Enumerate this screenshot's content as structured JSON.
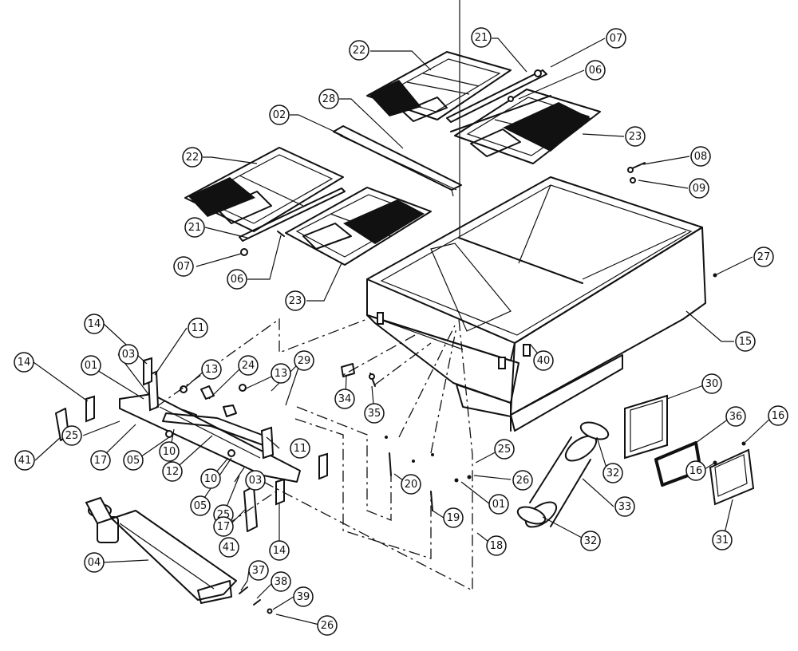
{
  "callouts": [
    {
      "id": "c22a",
      "label": "22"
    },
    {
      "id": "c21a",
      "label": "21"
    },
    {
      "id": "c07a",
      "label": "07"
    },
    {
      "id": "c06a",
      "label": "06"
    },
    {
      "id": "c28",
      "label": "28"
    },
    {
      "id": "c02",
      "label": "02"
    },
    {
      "id": "c23a",
      "label": "23"
    },
    {
      "id": "c08",
      "label": "08"
    },
    {
      "id": "c09",
      "label": "09"
    },
    {
      "id": "c22b",
      "label": "22"
    },
    {
      "id": "c21b",
      "label": "21"
    },
    {
      "id": "c07b",
      "label": "07"
    },
    {
      "id": "c06b",
      "label": "06"
    },
    {
      "id": "c23b",
      "label": "23"
    },
    {
      "id": "c27",
      "label": "27"
    },
    {
      "id": "c15",
      "label": "15"
    },
    {
      "id": "c40",
      "label": "40"
    },
    {
      "id": "c14a",
      "label": "14"
    },
    {
      "id": "c11a",
      "label": "11"
    },
    {
      "id": "c14b",
      "label": "14"
    },
    {
      "id": "c03a",
      "label": "03"
    },
    {
      "id": "c01a",
      "label": "01"
    },
    {
      "id": "c13a",
      "label": "13"
    },
    {
      "id": "c24",
      "label": "24"
    },
    {
      "id": "c13b",
      "label": "13"
    },
    {
      "id": "c29",
      "label": "29"
    },
    {
      "id": "c34",
      "label": "34"
    },
    {
      "id": "c35",
      "label": "35"
    },
    {
      "id": "c41a",
      "label": "41"
    },
    {
      "id": "c25a",
      "label": "25"
    },
    {
      "id": "c17a",
      "label": "17"
    },
    {
      "id": "c05a",
      "label": "05"
    },
    {
      "id": "c10a",
      "label": "10"
    },
    {
      "id": "c12",
      "label": "12"
    },
    {
      "id": "c11b",
      "label": "11"
    },
    {
      "id": "c05b",
      "label": "05"
    },
    {
      "id": "c10b",
      "label": "10"
    },
    {
      "id": "c03b",
      "label": "03"
    },
    {
      "id": "c25b",
      "label": "25"
    },
    {
      "id": "c17b",
      "label": "17"
    },
    {
      "id": "c41b",
      "label": "41"
    },
    {
      "id": "c14c",
      "label": "14"
    },
    {
      "id": "c20",
      "label": "20"
    },
    {
      "id": "c19",
      "label": "19"
    },
    {
      "id": "c18",
      "label": "18"
    },
    {
      "id": "c25c",
      "label": "25"
    },
    {
      "id": "c26a",
      "label": "26"
    },
    {
      "id": "c01b",
      "label": "01"
    },
    {
      "id": "c32a",
      "label": "32"
    },
    {
      "id": "c33",
      "label": "33"
    },
    {
      "id": "c32b",
      "label": "32"
    },
    {
      "id": "c30",
      "label": "30"
    },
    {
      "id": "c36",
      "label": "36"
    },
    {
      "id": "c16a",
      "label": "16"
    },
    {
      "id": "c16b",
      "label": "16"
    },
    {
      "id": "c31",
      "label": "31"
    },
    {
      "id": "c04",
      "label": "04"
    },
    {
      "id": "c37",
      "label": "37"
    },
    {
      "id": "c38",
      "label": "38"
    },
    {
      "id": "c39",
      "label": "39"
    },
    {
      "id": "c26b",
      "label": "26"
    }
  ]
}
